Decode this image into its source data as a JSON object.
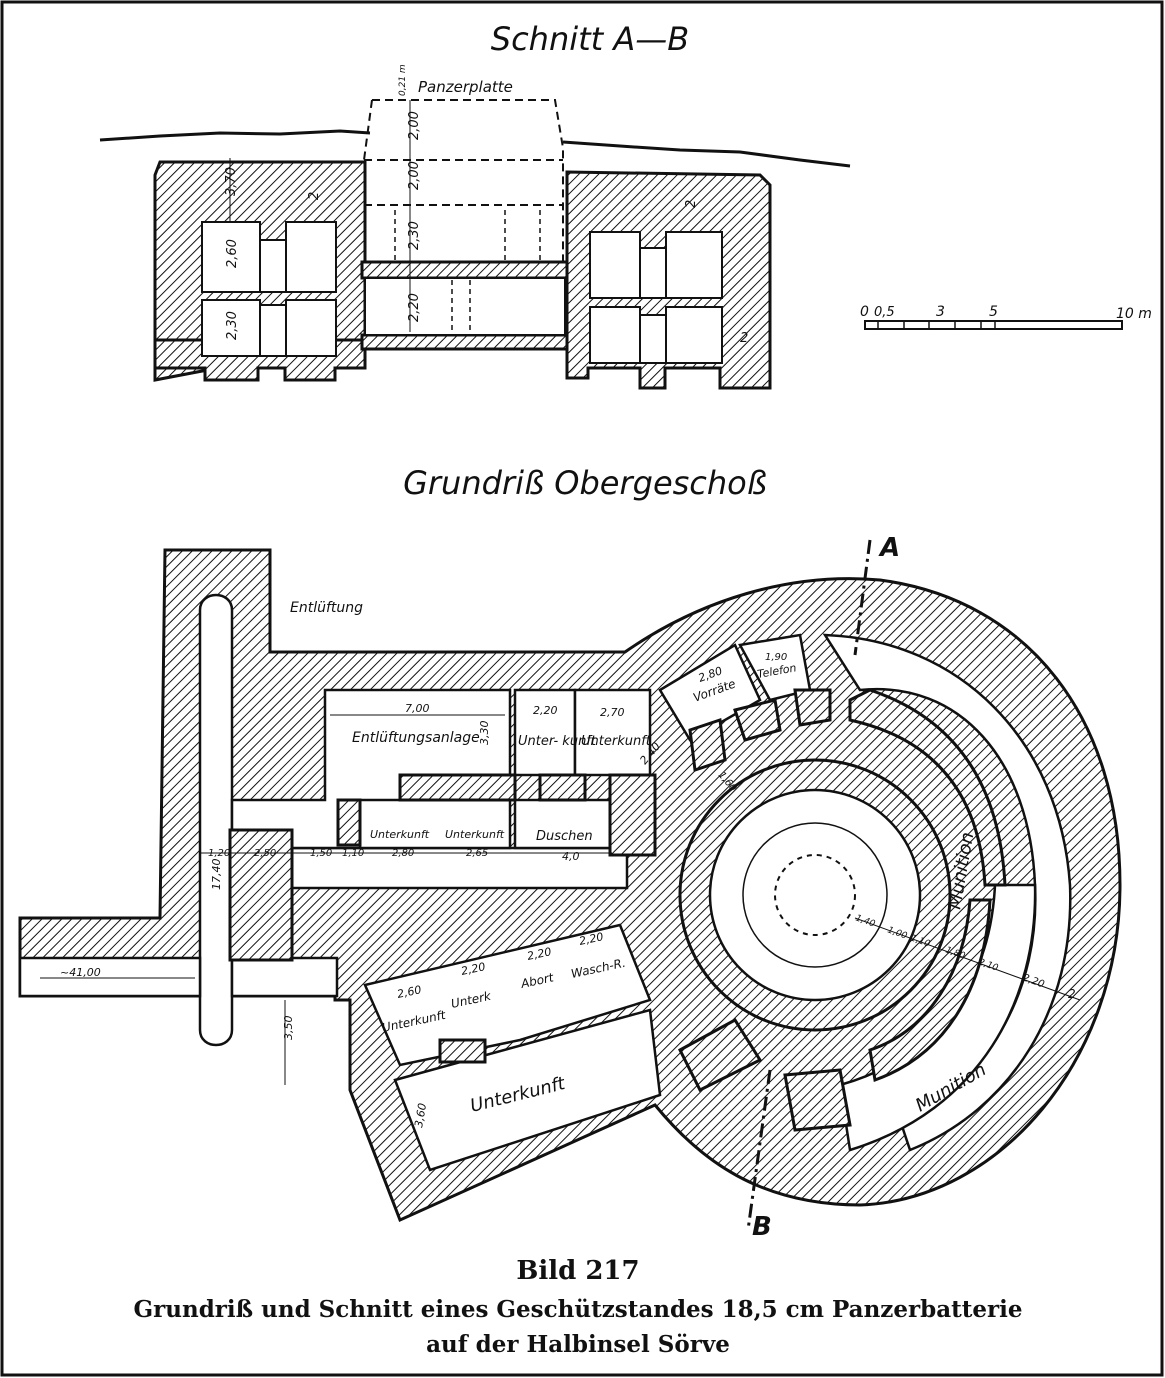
{
  "section": {
    "title": "Schnitt A—B",
    "armor_label": "Panzerplatte",
    "armor_thickness": "0,21 m",
    "dims": [
      "3,70",
      "2,60",
      "2,30",
      "2,00",
      "2,00",
      "2,30",
      "2,20",
      "2",
      "2",
      "2"
    ]
  },
  "scale": {
    "ticks": [
      "0",
      "0,5",
      "3",
      "5",
      "10 m"
    ]
  },
  "plan": {
    "title": "Grundriß Obergeschoß",
    "cut_a": "A",
    "cut_b": "B",
    "rooms": {
      "entlueftung": "Entlüftung",
      "entlueftungsanlage": "Entlüftungsanlage",
      "unterkunft_1": "Unter-\nkunft",
      "unterkunft_2": "Unterkunft",
      "unterkunft_3": "Unterkunft",
      "unterkunft_4": "Unterkunft",
      "duschen": "Duschen",
      "vorraete": "Vorräte",
      "telefon": "Telefon",
      "abort": "Abort",
      "wasch": "Wasch-R.",
      "unterk": "Unterk",
      "unterkunft_5": "Unterkunft",
      "unterkunft_big": "Unterkunft",
      "munition_1": "Munition",
      "munition_2": "Munition"
    },
    "dims": {
      "d700": "7,00",
      "d330": "3,30",
      "d220a": "2,20",
      "d270": "2,70",
      "d280v": "2,80",
      "d190": "1,90",
      "d240": "2,40",
      "d160": "1,60",
      "d120": "1,20",
      "d250": "2,50",
      "d150": "1,50",
      "d110": "1,10",
      "d280": "2,80",
      "d265": "2,65",
      "d40": "4,0",
      "d1740": "17,40",
      "d4100": "~41,00",
      "d350": "3,50",
      "d260": "2,60",
      "d220b": "2,20",
      "d220c": "2,20",
      "d220d": "2,20",
      "d360": "3,60",
      "r140": "1,40",
      "r100": "1,00",
      "r110": "1,10",
      "r180": "1,80",
      "r210": "2,10",
      "r220": "2,20",
      "r2": "2"
    }
  },
  "caption": {
    "figure": "Bild 217",
    "line1": "Grundriß und Schnitt eines Geschützstandes 18,5 cm Panzerbatterie",
    "line2": "auf der Halbinsel Sörve"
  }
}
